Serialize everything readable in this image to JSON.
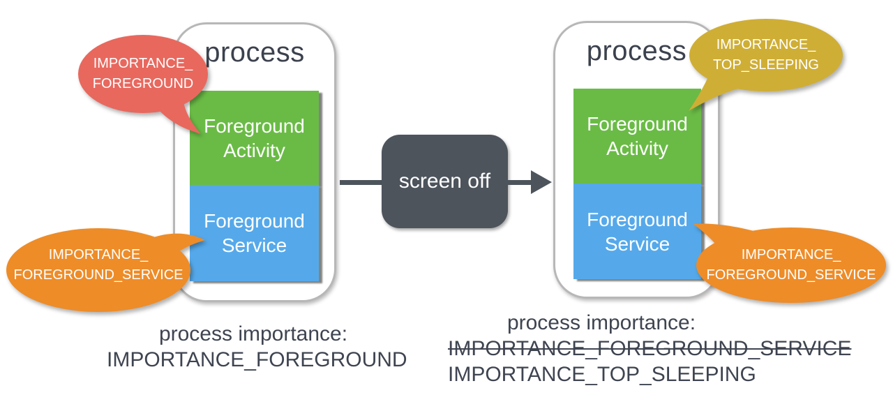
{
  "colors": {
    "activity_green": "#6abb46",
    "service_blue": "#55a9ea",
    "callout_red": "#e8685e",
    "callout_orange": "#ee8c28",
    "callout_gold": "#cfae35",
    "transition_dark": "#4d545c",
    "text_dark": "#3e4450",
    "container_border": "#b7b7b7"
  },
  "left": {
    "title": "process",
    "activity_label": "Foreground Activity",
    "service_label": "Foreground Service",
    "bubble_activity": {
      "line1": "IMPORTANCE_",
      "line2": "FOREGROUND"
    },
    "bubble_service": {
      "line1": "IMPORTANCE_",
      "line2": "FOREGROUND_SERVICE"
    },
    "caption_line1": "process importance:",
    "caption_line2": "IMPORTANCE_FOREGROUND"
  },
  "transition": {
    "label": "screen off"
  },
  "right": {
    "title": "process",
    "activity_label": "Foreground Activity",
    "service_label": "Foreground Service",
    "bubble_activity": {
      "line1": "IMPORTANCE_",
      "line2": "TOP_SLEEPING"
    },
    "bubble_service": {
      "line1": "IMPORTANCE_",
      "line2": "FOREGROUND_SERVICE"
    },
    "caption_line1": "process importance:",
    "caption_line2_struck": "IMPORTANCE_FOREGROUND_SERVICE",
    "caption_line3": "IMPORTANCE_TOP_SLEEPING"
  }
}
